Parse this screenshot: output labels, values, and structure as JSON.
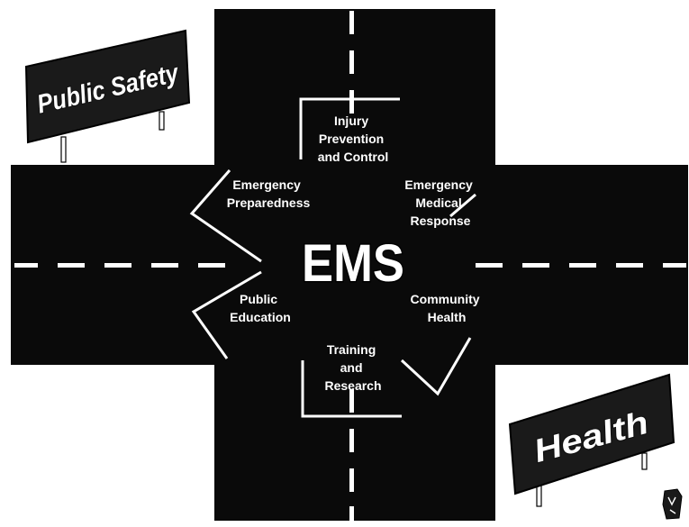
{
  "signs": {
    "public_safety": "Public Safety",
    "health": "Health"
  },
  "center": {
    "label": "EMS"
  },
  "sectors": {
    "injury_prevention": [
      "Injury",
      "Prevention",
      "and Control"
    ],
    "emergency_medical_response": [
      "Emergency",
      "Medical",
      "Response"
    ],
    "community_health": [
      "Community",
      "Health"
    ],
    "training_research": [
      "Training",
      "and",
      "Research"
    ],
    "public_education": [
      "Public",
      "Education"
    ],
    "emergency_preparedness": [
      "Emergency",
      "Preparedness"
    ]
  },
  "colors": {
    "road": "#0a0a0a",
    "lane_marking": "#ffffff",
    "star_outline": "#ffffff",
    "sign_panel": "#1a1a1a"
  }
}
